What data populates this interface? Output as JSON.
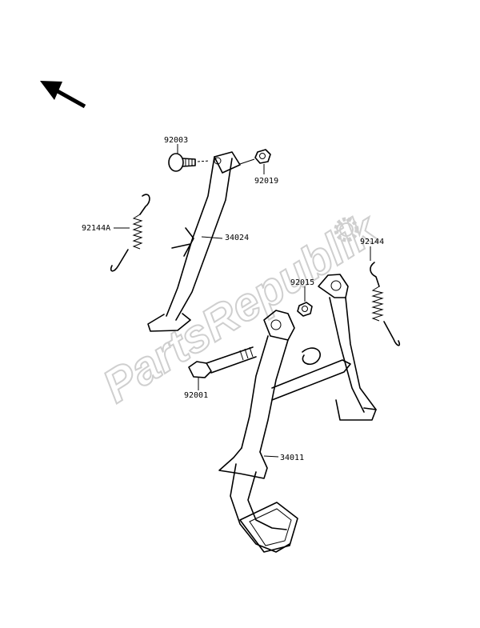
{
  "diagram": {
    "watermark": "PartsRepublik",
    "parts": [
      {
        "number": "92003"
      },
      {
        "number": "92019"
      },
      {
        "number": "92144A"
      },
      {
        "number": "34024"
      },
      {
        "number": "92144"
      },
      {
        "number": "92015"
      },
      {
        "number": "92001"
      },
      {
        "number": "34011"
      }
    ]
  }
}
